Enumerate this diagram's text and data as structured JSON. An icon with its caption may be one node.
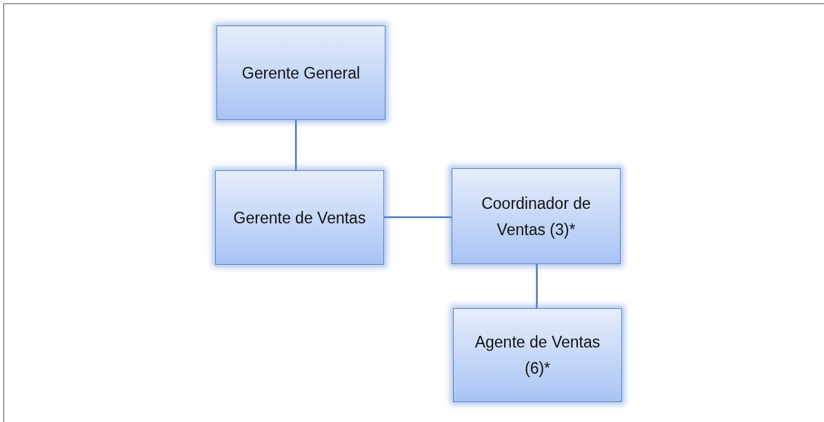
{
  "diagram": {
    "nodes": [
      {
        "text": [
          "Gerente General"
        ]
      },
      {
        "text": [
          "Gerente de Ventas"
        ]
      },
      {
        "text": [
          "Coordinador de Ventas (3)*"
        ]
      },
      {
        "text": [
          "Agente de Ventas (6)*"
        ]
      }
    ],
    "edges": [
      {
        "from": 0,
        "to": 1,
        "arrow": "none"
      },
      {
        "from": 1,
        "to": 2,
        "arrow": "none"
      },
      {
        "from": 2,
        "to": 3,
        "arrow": "none"
      }
    ]
  }
}
